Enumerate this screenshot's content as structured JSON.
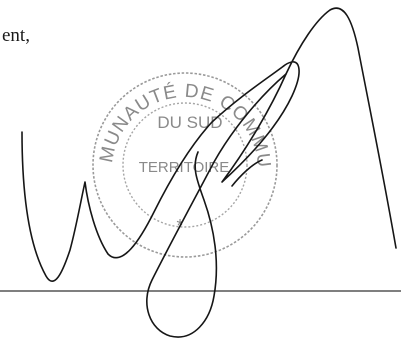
{
  "document": {
    "text_fragment": "ent,"
  },
  "stamp": {
    "outer_text": "COMMUNAUTÉ DE COMMUNES",
    "inner_line_1": "DU SUD",
    "inner_line_2": "TERRITOIRE",
    "center_mark": "*"
  },
  "colors": {
    "ink": "#1a1a1a",
    "stamp": "#8a8a8a",
    "rule": "#333333"
  }
}
